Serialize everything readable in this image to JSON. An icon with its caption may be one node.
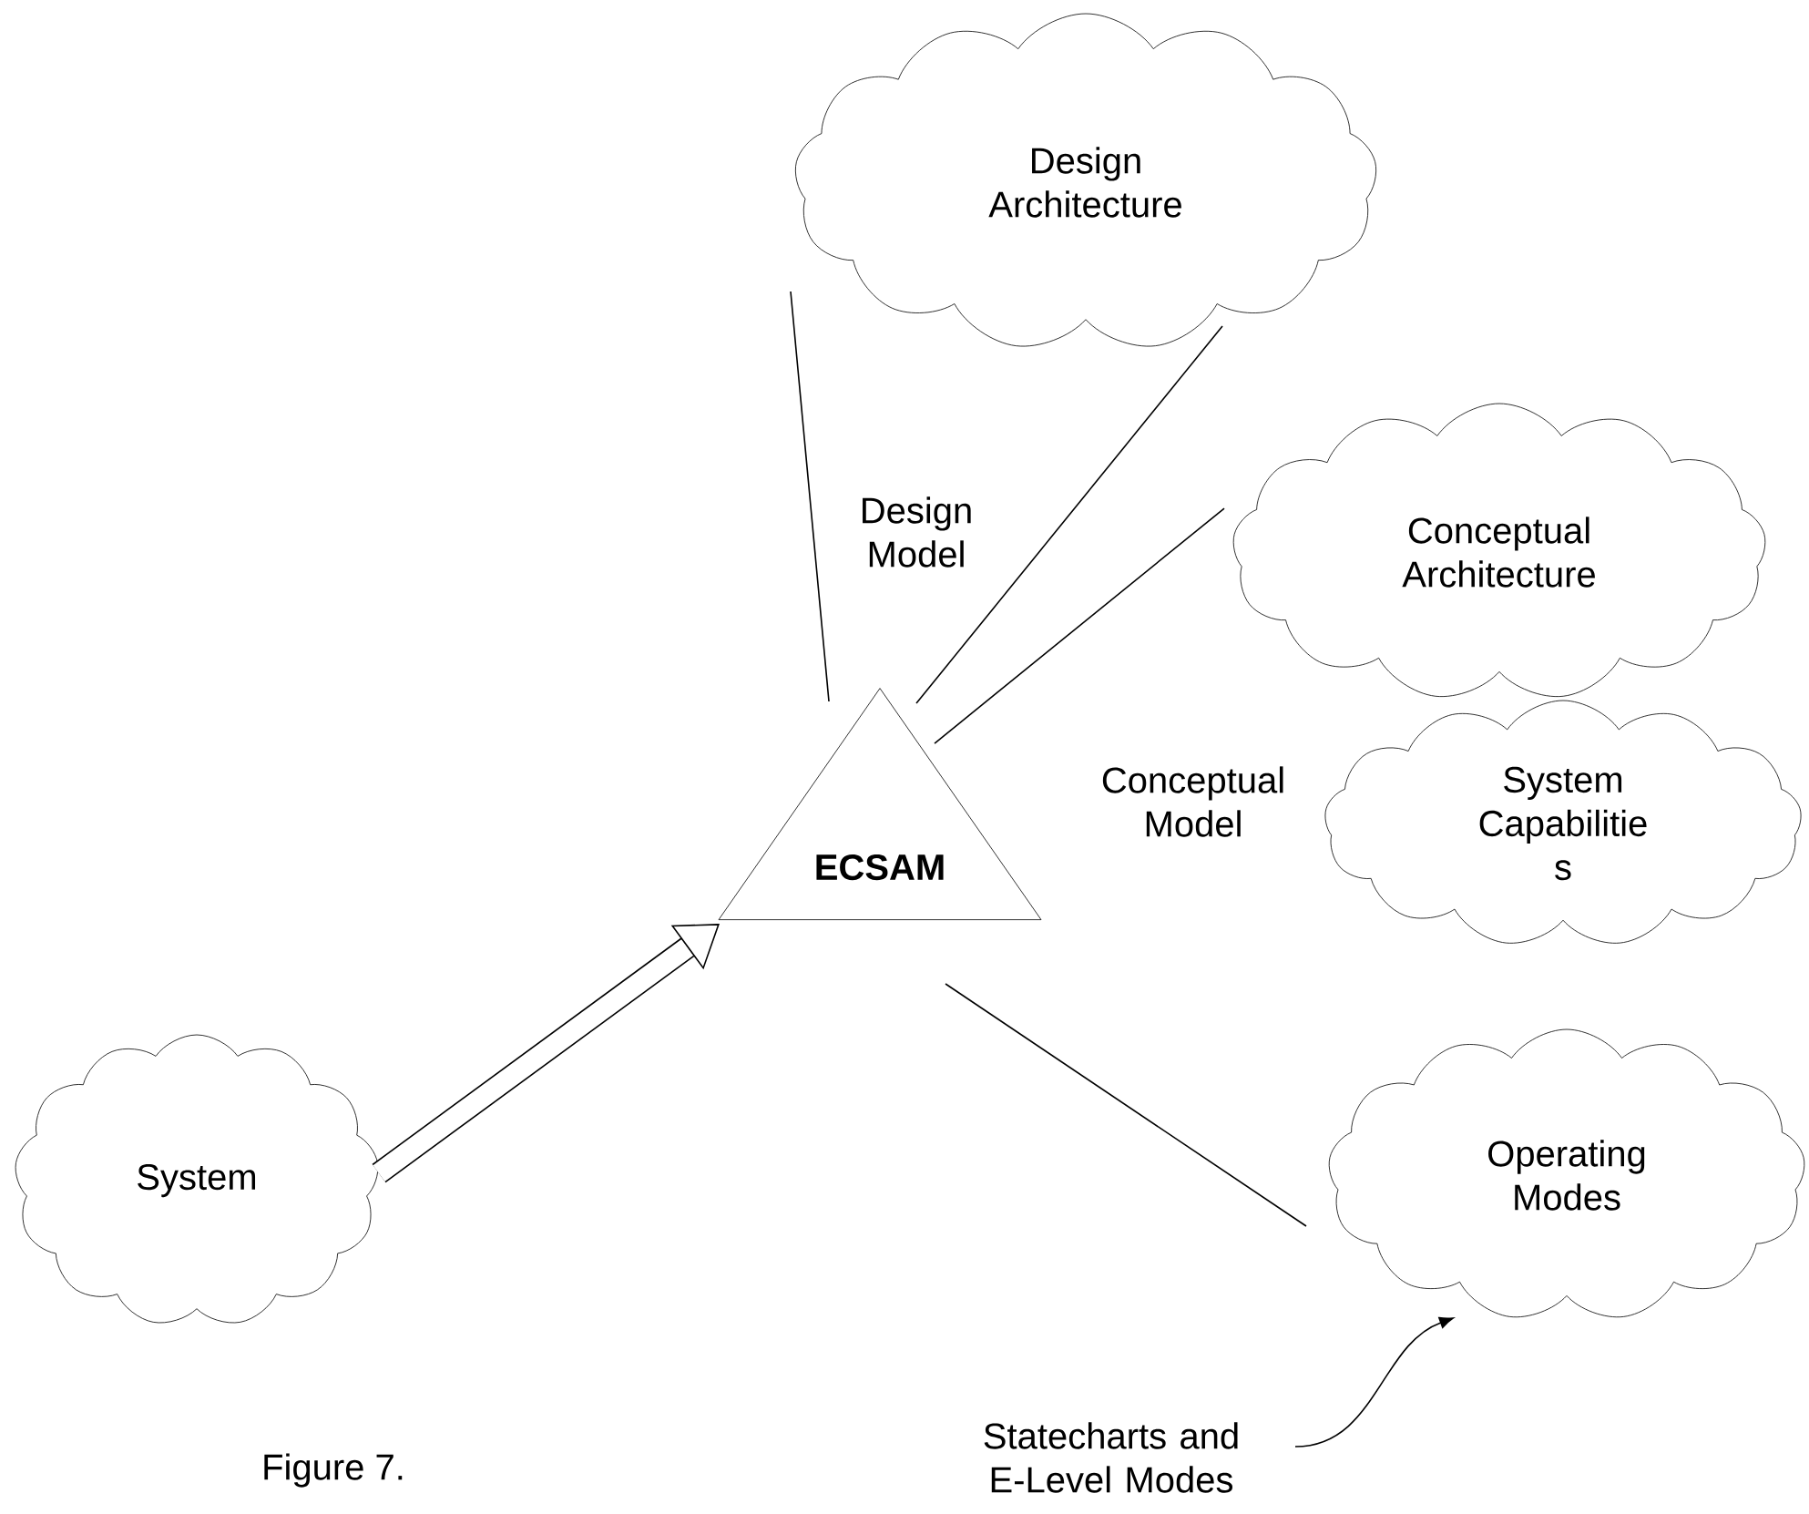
{
  "diagram": {
    "caption": "Figure 7.",
    "nodes": [
      {
        "text": [
          "Design Architecture"
        ]
      },
      {
        "text": [
          "Conceptual Architecture"
        ]
      },
      {
        "text": [
          "System Capabilitie s"
        ]
      },
      {
        "text": [
          "ECSAM"
        ]
      },
      {
        "text": [
          "System"
        ]
      },
      {
        "text": [
          "Operating Modes"
        ]
      },
      {
        "text": [
          "Statecharts and E-Level Modes"
        ]
      }
    ],
    "edges": [
      {
        "from": 3,
        "to": 0,
        "arrow": "none"
      },
      {
        "from": 3,
        "to": 0,
        "arrow": "none"
      },
      {
        "from": 3,
        "to": 1,
        "arrow": "none"
      },
      {
        "from": 3,
        "to": 5,
        "arrow": "none"
      },
      {
        "from": 4,
        "to": 3,
        "arrow": "to",
        "style": "thick"
      },
      {
        "from": 6,
        "to": 5,
        "arrow": "to"
      }
    ],
    "labels": [
      "Design Model",
      "Conceptual Model"
    ]
  }
}
